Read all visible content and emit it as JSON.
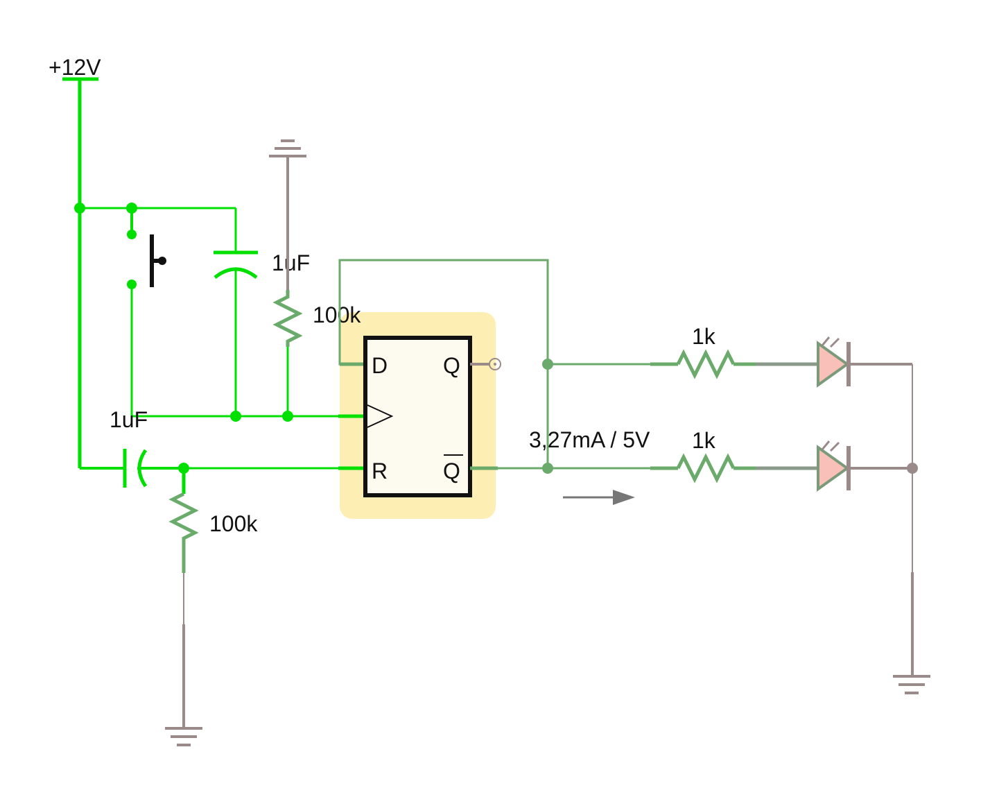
{
  "supply": {
    "label": "+12V"
  },
  "components": {
    "cap_top": {
      "label": "1uF"
    },
    "res_top": {
      "label": "100k"
    },
    "cap_bottom": {
      "label": "1uF"
    },
    "res_bottom": {
      "label": "100k"
    },
    "res_q": {
      "label": "1k"
    },
    "res_qbar": {
      "label": "1k"
    }
  },
  "flipflop": {
    "pin_d": "D",
    "pin_q": "Q",
    "pin_r": "R",
    "pin_qbar": "Q"
  },
  "probe": {
    "readout": "3,27mA / 5V"
  },
  "colors": {
    "live": "#00e000",
    "signal": "#6aaa6a",
    "ground": "#9a8a8a",
    "chip_highlight": "#fdeeb3",
    "led_fill": "#f8c0b8"
  }
}
